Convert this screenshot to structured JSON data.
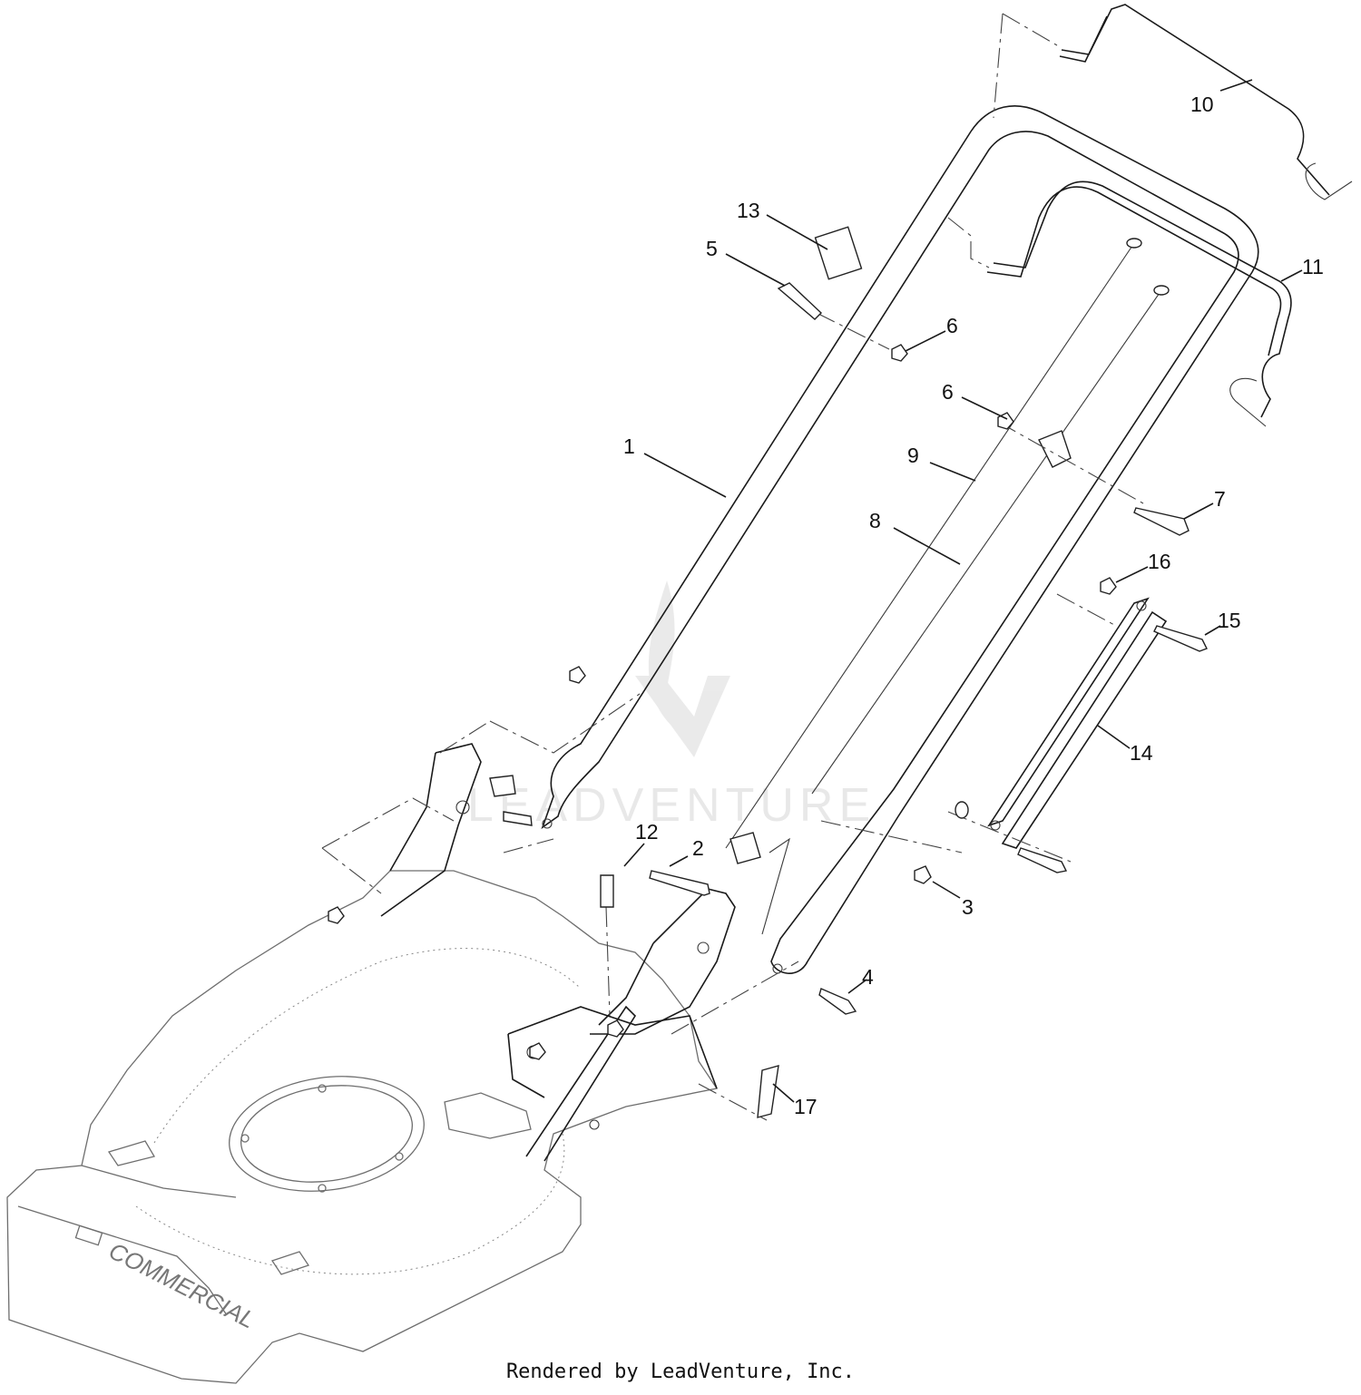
{
  "diagram": {
    "brand_badge": "COMMERCIAL",
    "callouts": [
      {
        "id": "c1",
        "label": "1"
      },
      {
        "id": "c2",
        "label": "2"
      },
      {
        "id": "c3",
        "label": "3"
      },
      {
        "id": "c4",
        "label": "4"
      },
      {
        "id": "c5",
        "label": "5"
      },
      {
        "id": "c6a",
        "label": "6"
      },
      {
        "id": "c6b",
        "label": "6"
      },
      {
        "id": "c7",
        "label": "7"
      },
      {
        "id": "c8",
        "label": "8"
      },
      {
        "id": "c9",
        "label": "9"
      },
      {
        "id": "c10",
        "label": "10"
      },
      {
        "id": "c11",
        "label": "11"
      },
      {
        "id": "c12",
        "label": "12"
      },
      {
        "id": "c13",
        "label": "13"
      },
      {
        "id": "c14",
        "label": "14"
      },
      {
        "id": "c15",
        "label": "15"
      },
      {
        "id": "c16",
        "label": "16"
      },
      {
        "id": "c17",
        "label": "17"
      }
    ]
  },
  "footer": {
    "credit": "Rendered by LeadVenture, Inc."
  }
}
